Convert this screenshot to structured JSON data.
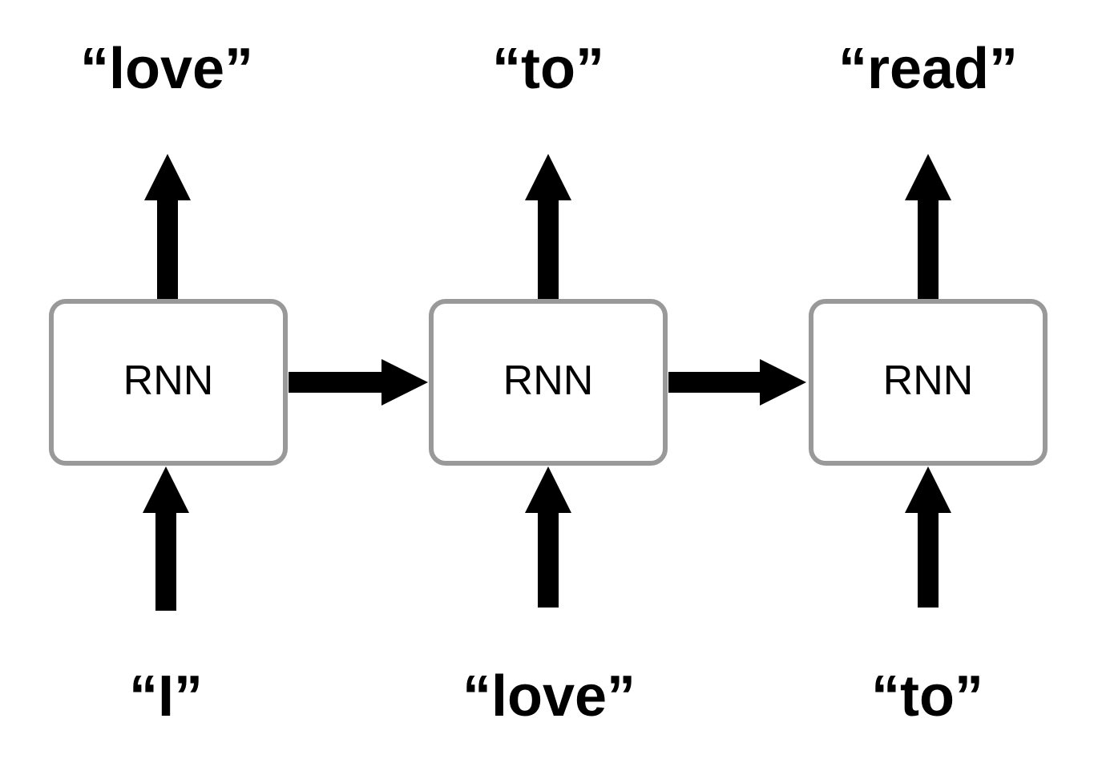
{
  "diagram": {
    "cells": [
      {
        "label": "RNN",
        "input": "“I”",
        "output": "“love”"
      },
      {
        "label": "RNN",
        "input": "“love”",
        "output": "“to”"
      },
      {
        "label": "RNN",
        "input": "“to”",
        "output": "“read”"
      }
    ],
    "colors": {
      "box_stroke": "#999999",
      "arrow": "#000000",
      "text": "#000000",
      "background": "#ffffff"
    }
  }
}
